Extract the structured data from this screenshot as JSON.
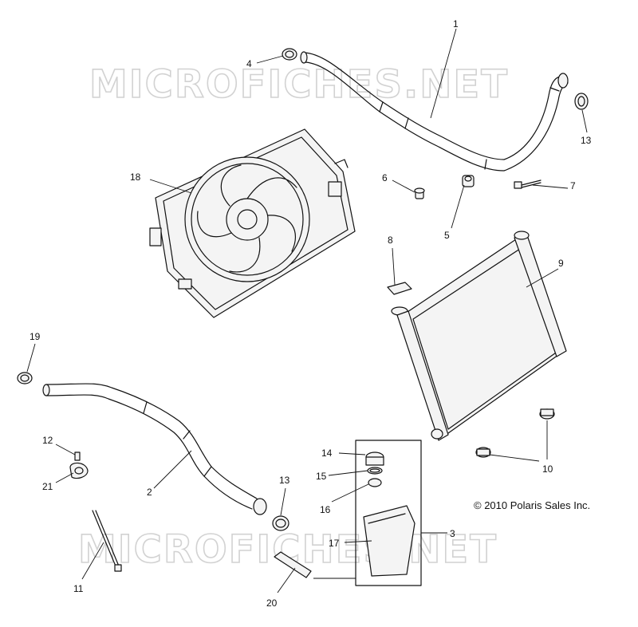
{
  "watermark": {
    "text": "MICROFICHES.NET"
  },
  "copyright": "© 2010 Polaris Sales Inc.",
  "callouts": {
    "c1": "1",
    "c2": "2",
    "c3": "3",
    "c4": "4",
    "c5": "5",
    "c6": "6",
    "c7": "7",
    "c8": "8",
    "c9": "9",
    "c10": "10",
    "c11": "11",
    "c12": "12",
    "c13a": "13",
    "c13b": "13",
    "c14": "14",
    "c15": "15",
    "c16": "16",
    "c17": "17",
    "c18": "18",
    "c19": "19",
    "c20": "20",
    "c21": "21"
  },
  "colors": {
    "line": "#111111",
    "watermark": "#d2d2d2",
    "background": "#ffffff"
  }
}
